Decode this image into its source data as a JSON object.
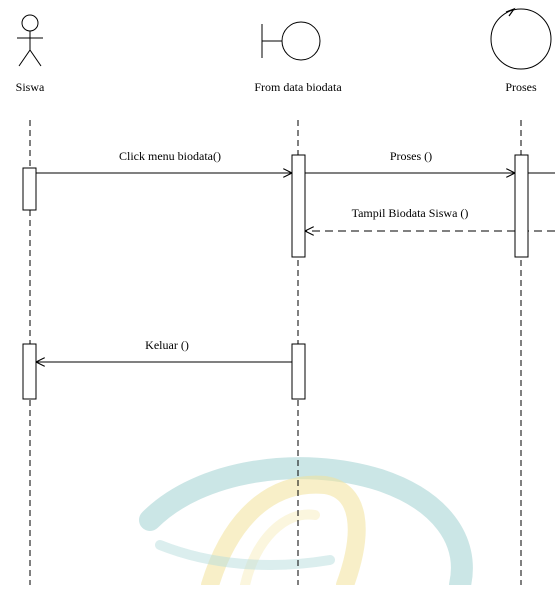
{
  "diagram": {
    "type": "sequence",
    "participants": [
      {
        "id": "siswa",
        "label": "Siswa",
        "kind": "actor"
      },
      {
        "id": "form",
        "label": "From data biodata",
        "kind": "boundary"
      },
      {
        "id": "proses",
        "label": "Proses",
        "kind": "control"
      }
    ],
    "messages": [
      {
        "label": "Click menu biodata()",
        "from": "siswa",
        "to": "form",
        "style": "solid"
      },
      {
        "label": "Proses ()",
        "from": "form",
        "to": "proses",
        "style": "solid"
      },
      {
        "label": "Tampil Biodata Siswa ()",
        "from": "proses",
        "to": "form",
        "style": "dashed"
      },
      {
        "label": "Keluar ()",
        "from": "form",
        "to": "siswa",
        "style": "solid"
      }
    ]
  },
  "watermark": {
    "description": "faded circular logo",
    "colors": {
      "gold": "#e8cc4a",
      "teal": "#2f9a99"
    }
  }
}
